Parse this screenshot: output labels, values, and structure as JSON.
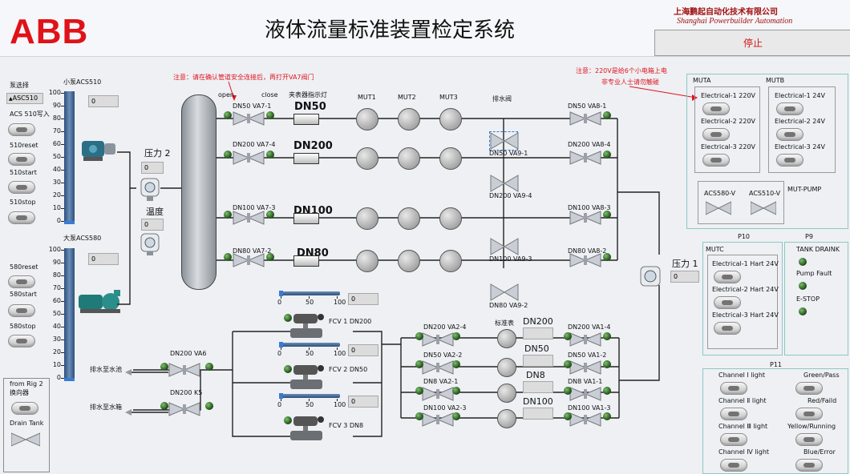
{
  "header": {
    "logo": "ABB",
    "title": "液体流量标准装置检定系统",
    "company_cn": "上海鹏起自动化技术有限公司",
    "company_en": "Shanghai Powerbuilder Automation",
    "stop_label": "停止"
  },
  "notes": {
    "note1": "注意：请在确认管道安全连接后，再打开VA7阀门",
    "note2_line1": "注意：220V是给6个小电箱上电",
    "note2_line2": "非专业人士请勿触碰"
  },
  "left": {
    "pump_select": "泵选择",
    "pump_select_value": "ASC510",
    "acs510_write": "ACS 510写入",
    "reset510": "510reset",
    "start510": "510start",
    "stop510": "510stop",
    "small_pump": "小泵ACS510",
    "small_pump_value": "0",
    "big_pump": "大泵ACS580",
    "big_pump_value": "0",
    "reset580": "580reset",
    "start580": "580start",
    "stop580": "580stop",
    "from_rig": "from Rig 2",
    "changer": "换向器",
    "drain_tank": "Drain Tank",
    "scale_ticks": [
      "100",
      "90",
      "80",
      "70",
      "60",
      "50",
      "40",
      "30",
      "20",
      "10",
      "0"
    ]
  },
  "center": {
    "pressure2": "压力 2",
    "pressure2_value": "0",
    "temperature": "温度",
    "temperature_value": "0",
    "open": "open",
    "close": "close",
    "clamp_light": "夹表器指示灯",
    "mut1": "MUT1",
    "mut2": "MUT2",
    "mut3": "MUT3",
    "drain_valve": "排水阀",
    "va7_1": "DN50 VA7-1",
    "va7_4": "DN200 VA7-4",
    "va7_3": "DN100 VA7-3",
    "va7_2": "DN80 VA7-2",
    "dn50": "DN50",
    "dn200": "DN200",
    "dn100": "DN100",
    "dn80": "DN80",
    "va8_1": "DN50 VA8-1",
    "va8_4": "DN200 VA8-4",
    "va8_3": "DN100 VA8-3",
    "va8_2": "DN80 VA8-2",
    "va9_1": "DN50 VA9-1",
    "va9_4": "DN200 VA9-4",
    "va9_3": "DN100 VA9-3",
    "va9_2": "DN80 VA9-2",
    "pressure1": "压力 1",
    "pressure1_value": "0"
  },
  "lower": {
    "va6": "DN200 VA6",
    "k5": "DN200 K5",
    "drain_to_pool": "排水至水池",
    "drain_to_tank": "排水至水箱",
    "slider_ticks": [
      "0",
      "50",
      "100"
    ],
    "fcv1": "FCV 1 DN200",
    "fcv2": "FCV 2 DN50",
    "fcv3": "FCV 3 DN8",
    "fcv1_value": "0",
    "fcv2_value": "0",
    "fcv3_value": "0",
    "standard_meter": "标准表",
    "va2_4": "DN200 VA2-4",
    "va2_2": "DN50 VA2-2",
    "va2_1": "DN8 VA2-1",
    "va2_3": "DN100 VA2-3",
    "std_dn200": "DN200",
    "std_dn50": "DN50",
    "std_dn8": "DN8",
    "std_dn100": "DN100",
    "va1_4": "DN200 VA1-4",
    "va1_2": "DN50 VA1-2",
    "va1_1": "DN8 VA1-1",
    "va1_3": "DN100 VA1-3"
  },
  "right": {
    "muta": "MUTA",
    "mutb": "MUTB",
    "muta_items": [
      "Electrical-1 220V",
      "Electrical-2 220V",
      "Electrical-3 220V"
    ],
    "mutb_items": [
      "Electrical-1 24V",
      "Electrical-2 24V",
      "Electrical-3 24V"
    ],
    "acs580v": "ACS580-V",
    "acs510v": "ACS510-V",
    "mut_pump": "MUT-PUMP",
    "p10": "P10",
    "p9": "P9",
    "mutc": "MUTC",
    "mutc_items": [
      "Electrical-1 Hart 24V",
      "Electrical-2 Hart 24V",
      "Electrical-3 Hart 24V"
    ],
    "tank_drain": "TANK DRAINK",
    "pump_fault": "Pump Fault",
    "estop": "E-STOP",
    "p11": "P11",
    "channels": [
      "Channel Ⅰ light",
      "Channel Ⅱ light",
      "Channel Ⅲ light",
      "Channel Ⅳ light"
    ],
    "channel_states": [
      "Green/Pass",
      "Red/Faild",
      "Yellow/Running",
      "Blue/Error"
    ]
  }
}
